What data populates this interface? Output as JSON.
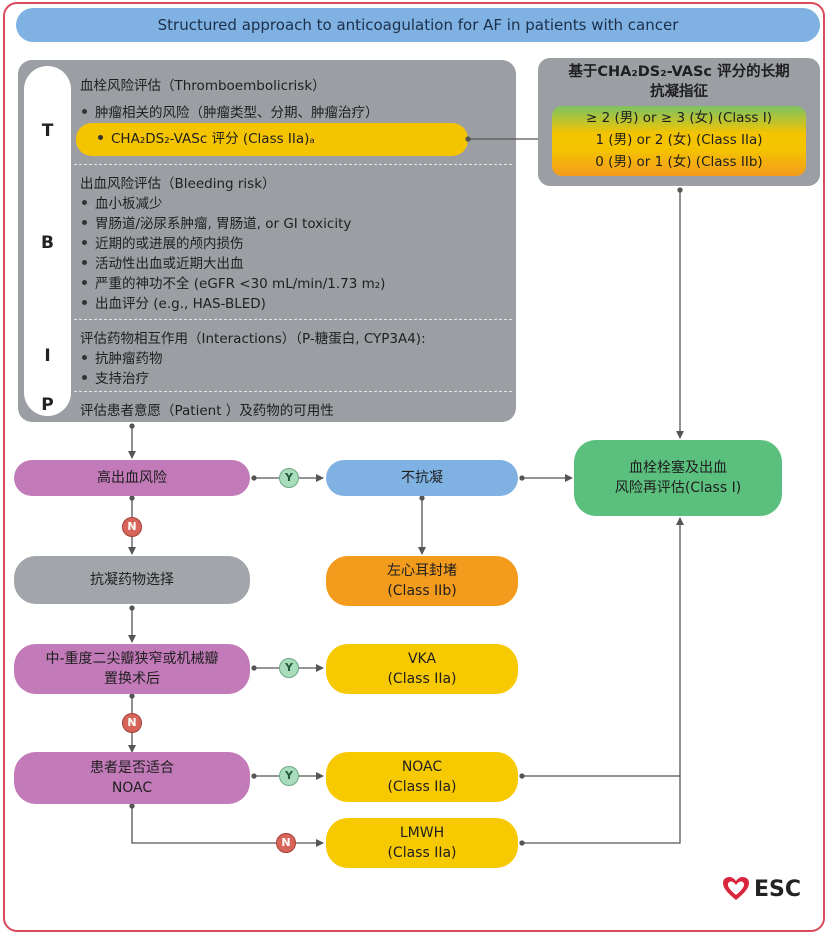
{
  "title": "Structured approach to anticoagulation for AF in patients with cancer",
  "tbip": {
    "letters": {
      "t": "T",
      "b": "B",
      "i": "I",
      "p": "P"
    },
    "t_heading": "血栓风险评估（Thromboembolicrisk）",
    "t_bullet_1": "肿瘤相关的风险（肿瘤类型、分期、肿瘤治疗）",
    "t_highlight": "CHA₂DS₂-VASc 评分 (Class IIa)ₐ",
    "b_heading": "出血风险评估（Bleeding risk）",
    "b_bullets": [
      "血小板减少",
      "胃肠道/泌尿系肿瘤, 胃肠道, or GI toxicity",
      "近期的或进展的颅内损伤",
      "活动性出血或近期大出血",
      "严重的神功不全 (eGFR <30 mL/min/1.73 m₂)",
      "出血评分 (e.g., HAS-BLED)"
    ],
    "i_heading": "评估药物相互作用（Interactions）（P-糖蛋白, CYP3A4):",
    "i_bullets": [
      "抗肿瘤药物",
      "支持治疗"
    ],
    "p_heading": "评估患者意愿（Patient ）及药物的可用性"
  },
  "long_term": {
    "title_line1": "基于CHA₂DS₂-VASc 评分的长期",
    "title_line2": "抗凝指征",
    "rows": [
      "≥ 2 (男) or ≥ 3 (女) (Class I)",
      "1 (男) or 2 (女) (Class IIa)",
      "0 (男) or 1 (女) (Class IIb)"
    ]
  },
  "nodes": {
    "high_bleed": "高出血风险",
    "no_anticoag": "不抗凝",
    "reassess_line1": "血栓栓塞及出血",
    "reassess_line2": "风险再评估(Class I)",
    "laa_line1": "左心耳封堵",
    "laa_line2": "(Class IIb)",
    "drug_choice": "抗凝药物选择",
    "mitral_line1": "中-重度二尖瓣狭窄或机械瓣",
    "mitral_line2": "置换术后",
    "vka_line1": "VKA",
    "vka_line2": "(Class IIa)",
    "noac_q_line1": "患者是否适合",
    "noac_q_line2": "NOAC",
    "noac_line1": "NOAC",
    "noac_line2": "(Class IIa)",
    "lmwh_line1": "LMWH",
    "lmwh_line2": "(Class IIa)"
  },
  "badges": {
    "yes": "Y",
    "no": "N"
  },
  "logo": {
    "text": "ESC",
    "icon": "heart-icon"
  },
  "colors": {
    "border": "#d94a5a",
    "panel": "#9b9ea3",
    "purple": "#c27ab9",
    "blue": "#7fb2e2",
    "orange": "#f39b1c",
    "yellow": "#f7c900",
    "green": "#5bbf7d"
  }
}
